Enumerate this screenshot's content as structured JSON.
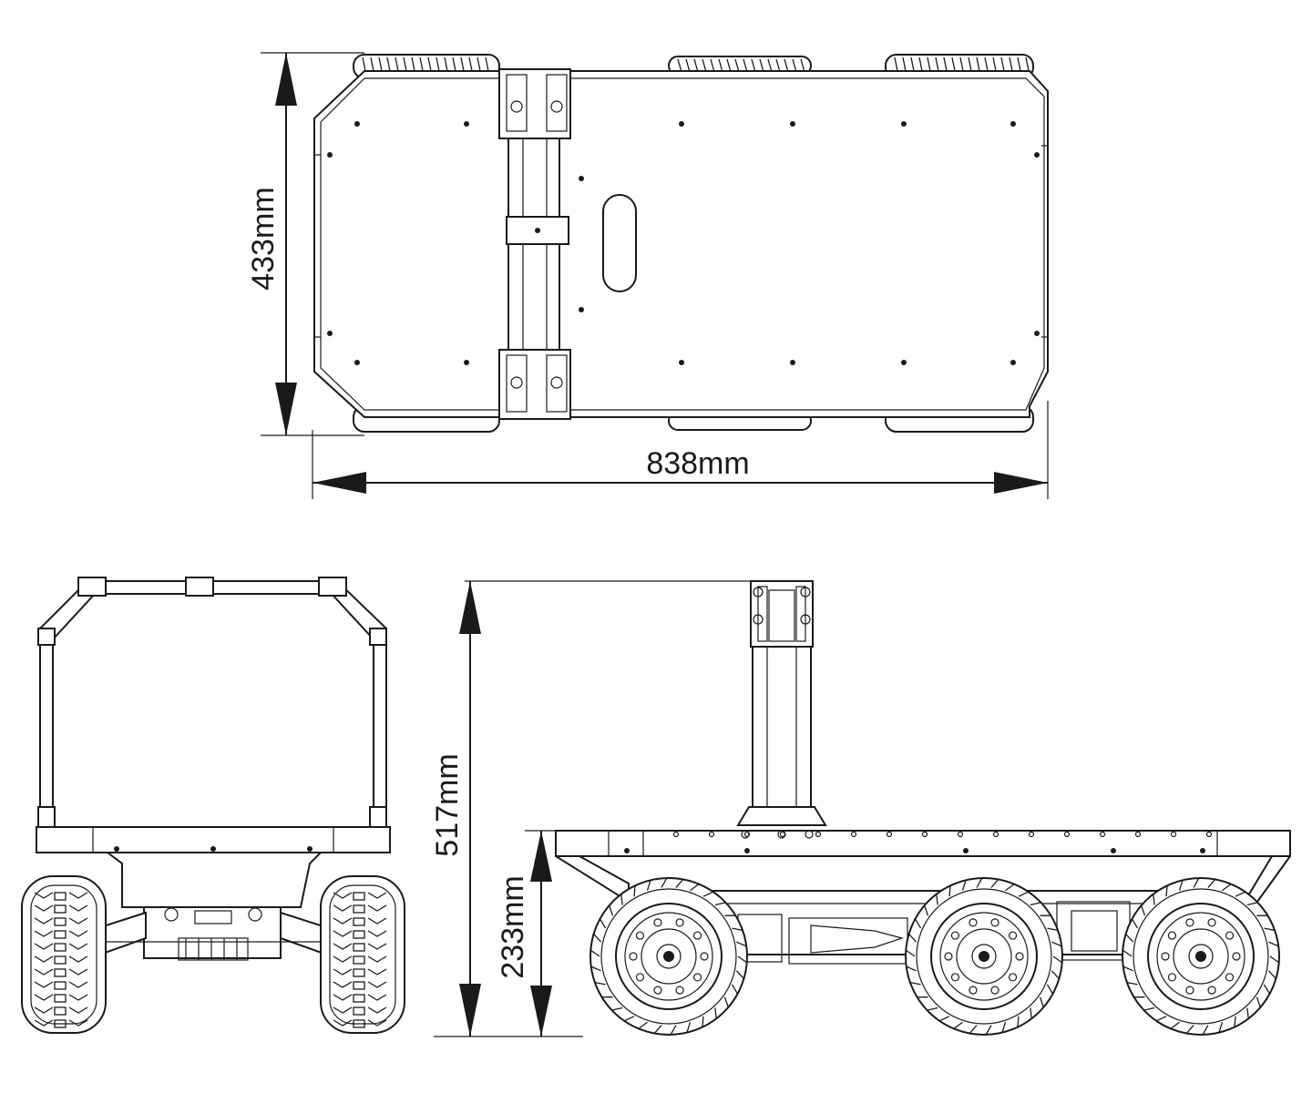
{
  "dimensions": {
    "top_width": "433mm",
    "top_length": "838mm",
    "side_height": "517mm",
    "side_deck_height": "233mm"
  },
  "colors": {
    "line": "#1a1a1a",
    "background": "#ffffff"
  }
}
